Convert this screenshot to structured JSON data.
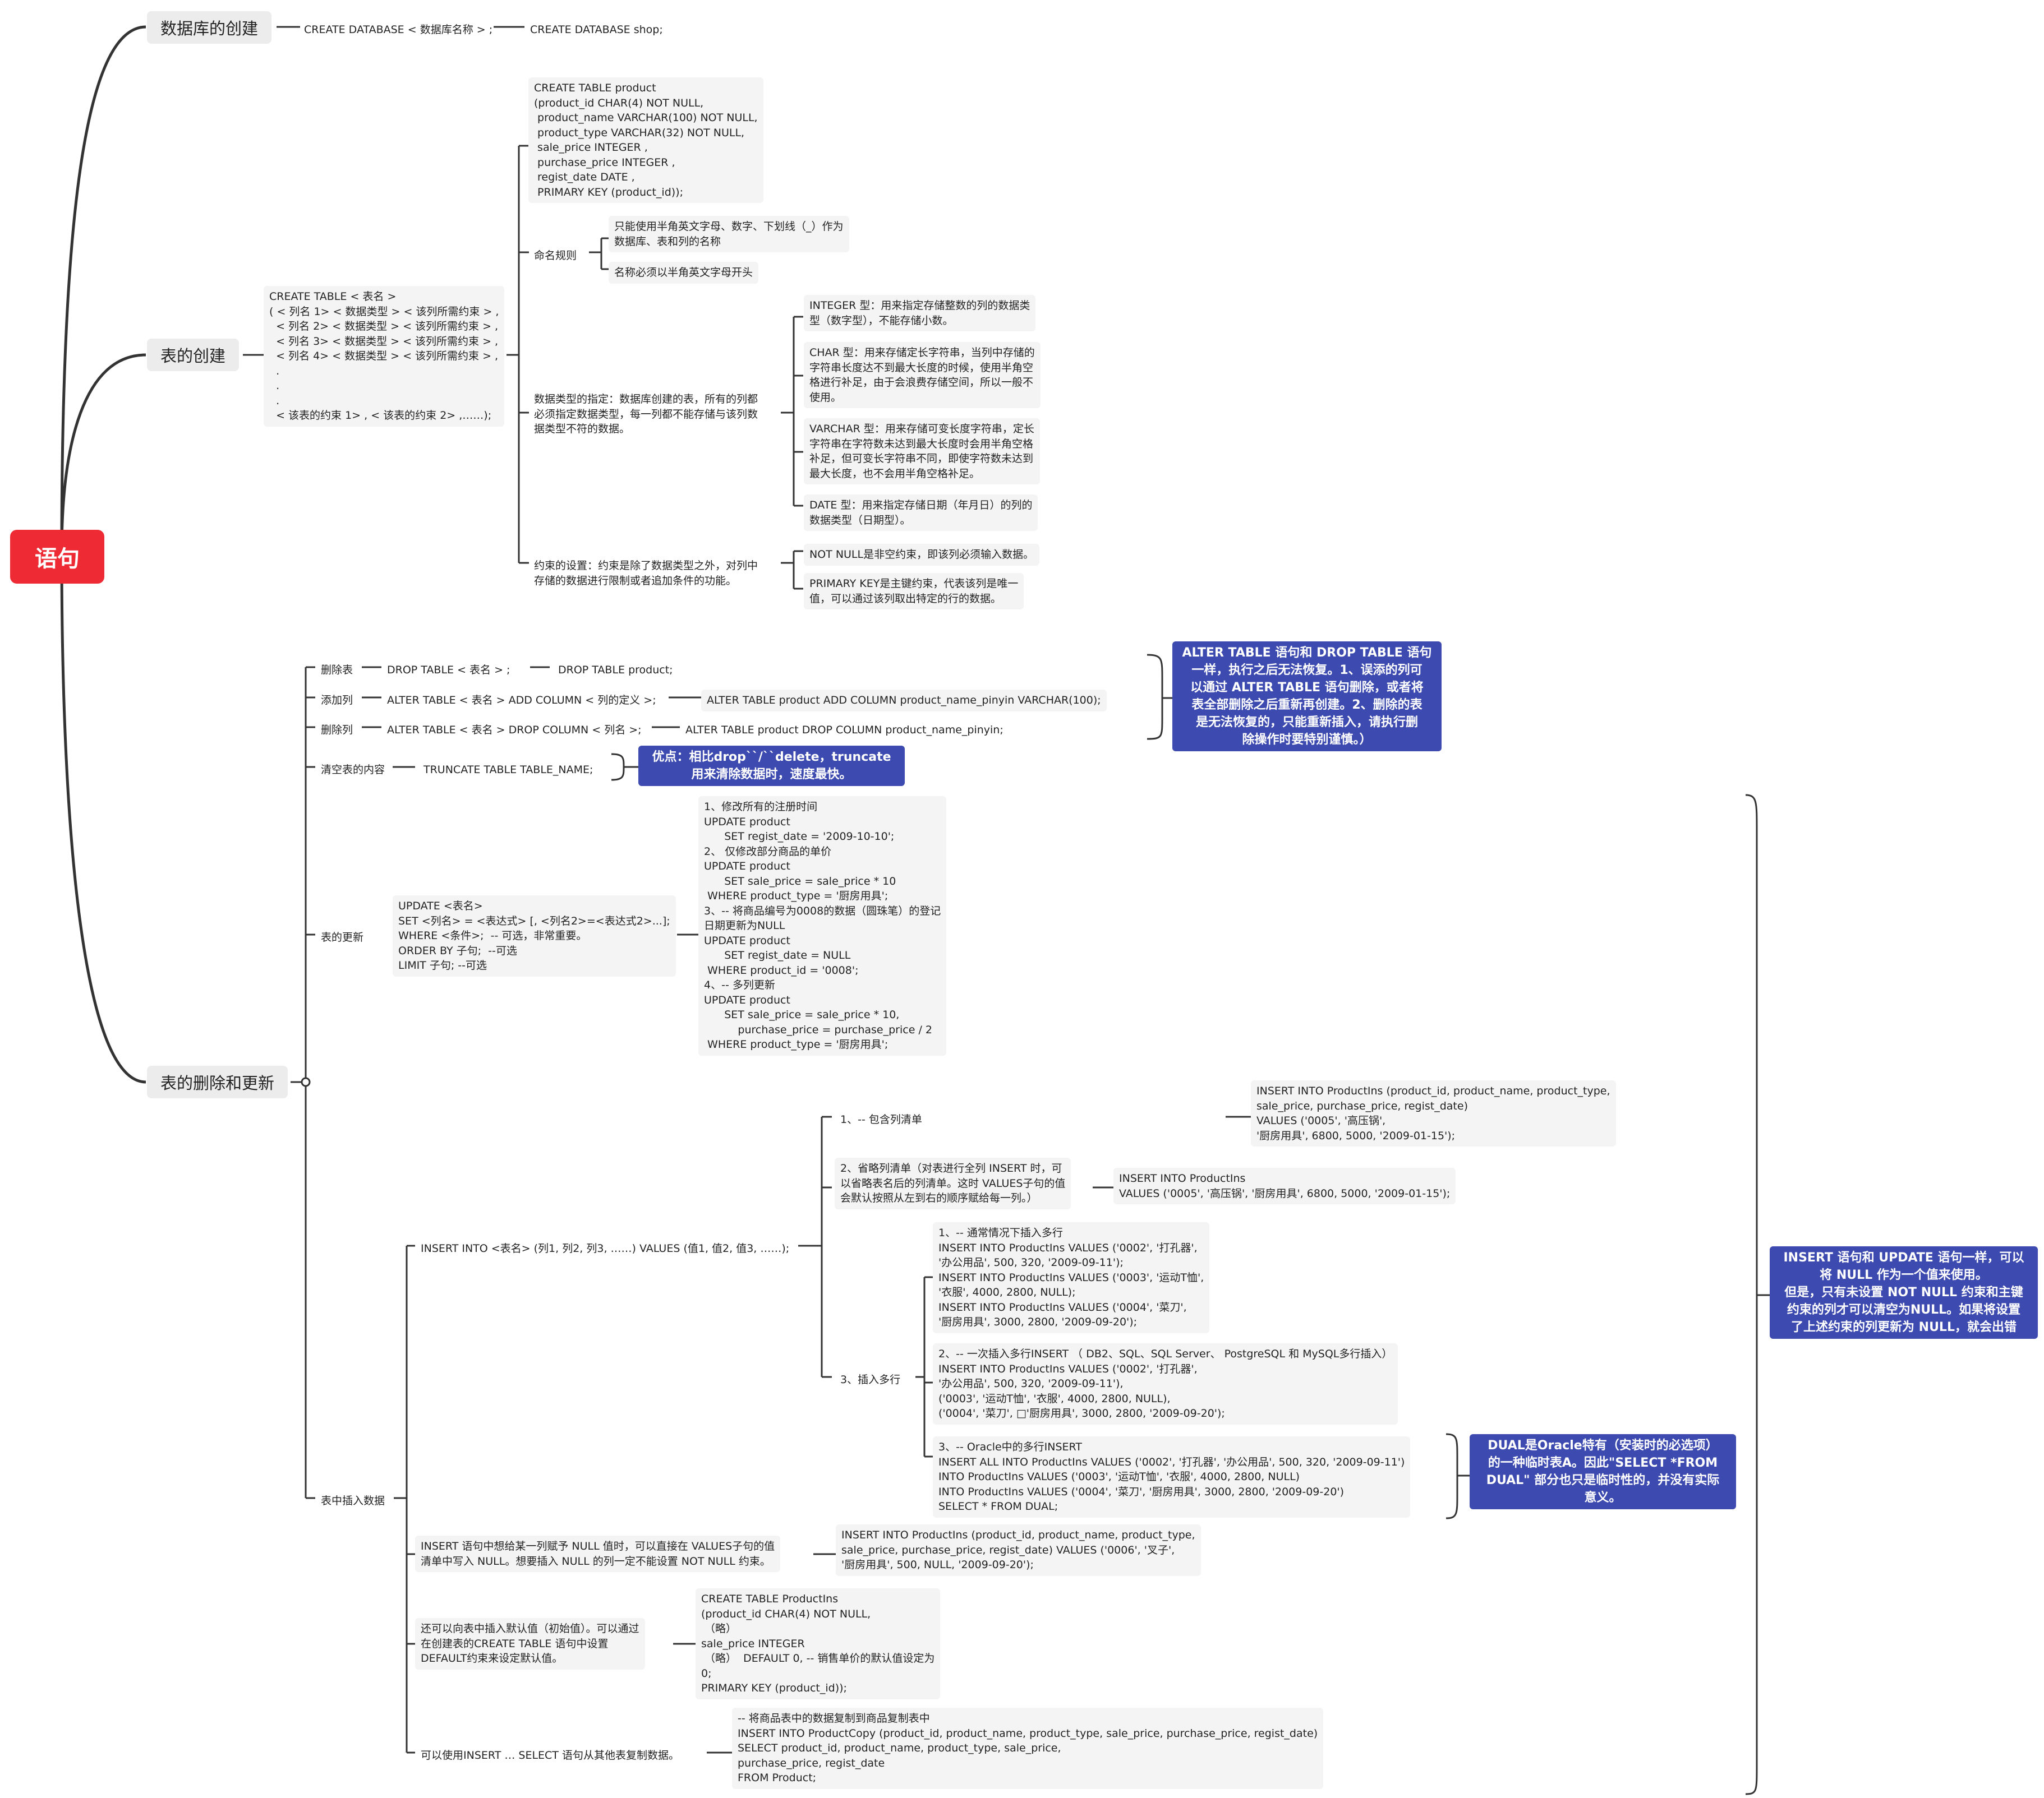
{
  "root": "语句",
  "branch_db": "数据库的创建",
  "branch_table": "表的创建",
  "branch_update": "表的删除和更新",
  "db_syntax": "CREATE DATABASE < 数据库名称 > ;",
  "db_example": "CREATE DATABASE shop;",
  "table_syntax": "CREATE TABLE < 表名 >\n( < 列名 1> < 数据类型 > < 该列所需约束 > ,\n  < 列名 2> < 数据类型 > < 该列所需约束 > ,\n  < 列名 3> < 数据类型 > < 该列所需约束 > ,\n  < 列名 4> < 数据类型 > < 该列所需约束 > ,\n  .\n  .\n  .\n  < 该表的约束 1> , < 该表的约束 2> ,……);",
  "table_example": "CREATE TABLE product\n(product_id CHAR(4) NOT NULL,\n product_name VARCHAR(100) NOT NULL,\n product_type VARCHAR(32) NOT NULL,\n sale_price INTEGER ,\n purchase_price INTEGER ,\n regist_date DATE ,\n PRIMARY KEY (product_id));",
  "naming_rule": "命名规则",
  "naming_1": "只能使用半角英文字母、数字、下划线（_）作为\n数据库、表和列的名称",
  "naming_2": "名称必须以半角英文字母开头",
  "datatype": "数据类型的指定：数据库创建的表，所有的列都\n必须指定数据类型，每一列都不能存储与该列数\n据类型不符的数据。",
  "type_integer": "INTEGER 型：用来指定存储整数的列的数据类\n型（数字型），不能存储小数。",
  "type_char": "CHAR 型：用来存储定长字符串，当列中存储的\n字符串长度达不到最大长度的时候，使用半角空\n格进行补足，由于会浪费存储空间，所以一般不\n使用。",
  "type_varchar": "VARCHAR 型：用来存储可变长度字符串，定长\n字符串在字符数未达到最大长度时会用半角空格\n补足，但可变长字符串不同，即使字符数未达到\n最大长度，也不会用半角空格补足。",
  "type_date": "DATE 型：用来指定存储日期（年月日）的列的\n数据类型（日期型）。",
  "constraint": "约束的设置：约束是除了数据类型之外，对列中\n存储的数据进行限制或者追加条件的功能。",
  "c_notnull": "NOT NULL是非空约束，即该列必须输入数据。",
  "c_pk": "PRIMARY KEY是主键约束，代表该列是唯一\n值，可以通过该列取出特定的行的数据。",
  "drop_label": "删除表",
  "drop_syntax": "DROP TABLE < 表名 > ;",
  "drop_example": "DROP TABLE product;",
  "addcol_label": "添加列",
  "addcol_syntax": "ALTER TABLE < 表名 > ADD COLUMN < 列的定义 >;",
  "addcol_example": "ALTER TABLE product ADD COLUMN product_name_pinyin VARCHAR(100);",
  "dropcol_label": "删除列",
  "dropcol_syntax": "ALTER TABLE < 表名 > DROP COLUMN < 列名 >;",
  "dropcol_example": "ALTER TABLE product DROP COLUMN product_name_pinyin;",
  "alter_note": "ALTER TABLE 语句和 DROP TABLE 语句\n一样，执行之后无法恢复。1、误添的列可\n以通过 ALTER TABLE 语句删除，或者将\n表全部删除之后重新再创建。2、删除的表\n是无法恢复的，只能重新插入，请执行删\n除操作时要特别谨慎。）",
  "truncate_label": "清空表的内容",
  "truncate_syntax": "TRUNCATE TABLE TABLE_NAME;",
  "truncate_note": "优点：相比drop``/``delete，truncate\n用来清除数据时，速度最快。",
  "update_label": "表的更新",
  "update_syntax": "UPDATE <表名>\nSET <列名> = <表达式> [, <列名2>=<表达式2>...];\nWHERE <条件>;  -- 可选，非常重要。\nORDER BY 子句;  --可选\nLIMIT 子句; --可选",
  "update_examples": "1、修改所有的注册时间\nUPDATE product\n      SET regist_date = '2009-10-10';\n2、 仅修改部分商品的单价\nUPDATE product\n      SET sale_price = sale_price * 10\n WHERE product_type = '厨房用具';\n3、-- 将商品编号为0008的数据（圆珠笔）的登记\n日期更新为NULL\nUPDATE product\n      SET regist_date = NULL\n WHERE product_id = '0008';\n4、-- 多列更新\nUPDATE product\n      SET sale_price = sale_price * 10,\n          purchase_price = purchase_price / 2\n WHERE product_type = '厨房用具';",
  "insert_label": "表中插入数据",
  "insert_syntax": "INSERT INTO <表名> (列1, 列2, 列3, ……) VALUES (值1, 值2, 值3, ……);",
  "ins1_label": "1、-- 包含列清单",
  "ins1_code": "INSERT INTO ProductIns (product_id, product_name, product_type,\nsale_price, purchase_price, regist_date)\nVALUES ('0005', '高压锅',\n'厨房用具', 6800, 5000, '2009-01-15');",
  "ins2_label": "2、省略列清单（对表进行全列 INSERT 时，可\n以省略表名后的列清单。这时 VALUES子句的值\n会默认按照从左到右的顺序赋给每一列。）",
  "ins2_code": "INSERT INTO ProductIns\nVALUES ('0005', '高压锅', '厨房用具', 6800, 5000, '2009-01-15');",
  "ins3_label": "3、插入多行",
  "multi1": "1、-- 通常情况下插入多行\nINSERT INTO ProductIns VALUES ('0002', '打孔器',\n'办公用品', 500, 320, '2009-09-11');\nINSERT INTO ProductIns VALUES ('0003', '运动T恤',\n'衣服', 4000, 2800, NULL);\nINSERT INTO ProductIns VALUES ('0004', '菜刀',\n'厨房用具', 3000, 2800, '2009-09-20');",
  "multi2": "2、-- 一次插入多行INSERT （ DB2、SQL、SQL Server、 PostgreSQL 和 MySQL多行插入）\nINSERT INTO ProductIns VALUES ('0002', '打孔器',\n'办公用品', 500, 320, '2009-09-11'),\n('0003', '运动T恤', '衣服', 4000, 2800, NULL),\n('0004', '菜刀', □'厨房用具', 3000, 2800, '2009-09-20');",
  "multi3": "3、-- Oracle中的多行INSERT\nINSERT ALL INTO ProductIns VALUES ('0002', '打孔器', '办公用品', 500, 320, '2009-09-11')\nINTO ProductIns VALUES ('0003', '运动T恤', '衣服', 4000, 2800, NULL)\nINTO ProductIns VALUES ('0004', '菜刀', '厨房用具', 3000, 2800, '2009-09-20')\nSELECT * FROM DUAL;",
  "dual_note": "DUAL是Oracle特有（安装时的必选项）\n的一种临时表A。因此\"SELECT *FROM\nDUAL\" 部分也只是临时性的，并没有实际\n意义。",
  "null_label": "INSERT 语句中想给某一列赋予 NULL 值时，可以直接在 VALUES子句的值\n清单中写入 NULL。想要插入 NULL 的列一定不能设置 NOT NULL 约束。",
  "null_code": "INSERT INTO ProductIns (product_id, product_name, product_type,\nsale_price, purchase_price, regist_date) VALUES ('0006', '叉子',\n'厨房用具', 500, NULL, '2009-09-20');",
  "default_label": "还可以向表中插入默认值（初始值）。可以通过\n在创建表的CREATE TABLE 语句中设置\nDEFAULT约束来设定默认值。",
  "default_code": "CREATE TABLE ProductIns\n(product_id CHAR(4) NOT NULL,\n （略）\nsale_price INTEGER\n （略）  DEFAULT 0, -- 销售单价的默认值设定为\n0;\nPRIMARY KEY (product_id));",
  "copy_label": "可以使用INSERT … SELECT 语句从其他表复制数据。",
  "copy_code": "-- 将商品表中的数据复制到商品复制表中\nINSERT INTO ProductCopy (product_id, product_name, product_type, sale_price, purchase_price, regist_date)\nSELECT product_id, product_name, product_type, sale_price,\npurchase_price, regist_date\nFROM Product;",
  "insert_note": "INSERT 语句和 UPDATE 语句一样，可以\n将 NULL 作为一个值来使用。\n但是，只有未设置 NOT NULL 约束和主键\n约束的列才可以清空为NULL。如果将设置\n了上述约束的列更新为 NULL，就会出错"
}
